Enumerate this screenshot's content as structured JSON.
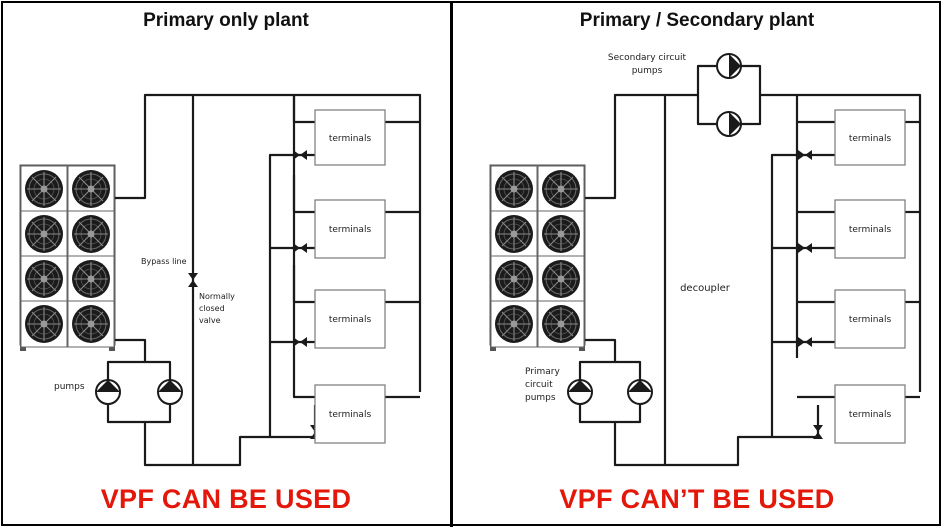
{
  "left_panel": {
    "title": "Primary only plant",
    "verdict": "VPF CAN BE USED",
    "labels": {
      "bypass_line": "Bypass line",
      "valve_line1": "Normally",
      "valve_line2": "closed",
      "valve_line3": "valve",
      "pumps": "pumps"
    },
    "terminals": [
      "terminals",
      "terminals",
      "terminals",
      "terminals"
    ]
  },
  "right_panel": {
    "title": "Primary / Secondary plant",
    "verdict": "VPF CAN’T BE USED",
    "labels": {
      "secondary_line1": "Secondary circuit",
      "secondary_line2": "pumps",
      "decoupler": "decoupler",
      "primary_line1": "Primary",
      "primary_line2": "circuit",
      "primary_line3": "pumps"
    },
    "terminals": [
      "terminals",
      "terminals",
      "terminals",
      "terminals"
    ]
  },
  "colors": {
    "verdict": "#e3170a",
    "line": "#1a1a1a"
  }
}
